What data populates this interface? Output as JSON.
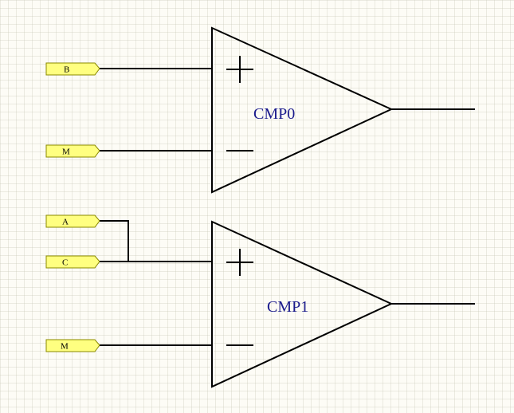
{
  "ports": {
    "b": "B",
    "m1": "M",
    "a": "A",
    "c": "C",
    "m2": "M"
  },
  "comparators": {
    "cmp0": "CMP0",
    "cmp1": "CMP1"
  }
}
